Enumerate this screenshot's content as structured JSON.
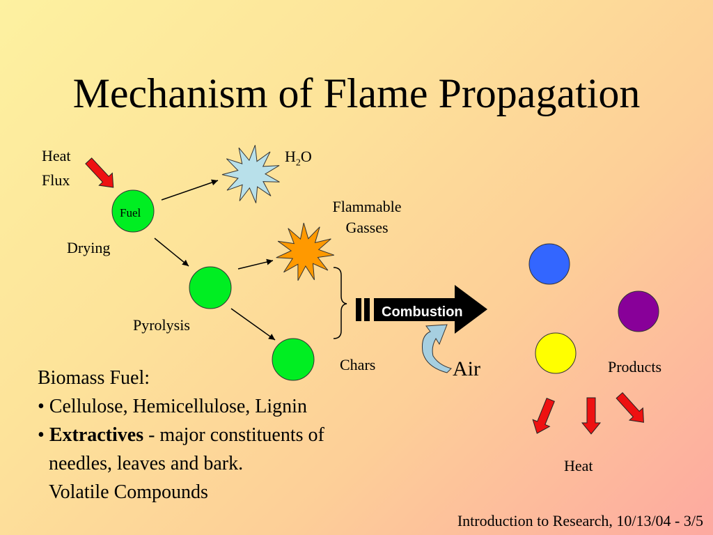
{
  "slide": {
    "title": "Mechanism of Flame Propagation",
    "footer": "Introduction to Research, 10/13/04 - 3/5"
  },
  "diagram": {
    "labels": {
      "heat_flux_line1": "Heat",
      "heat_flux_line2": "Flux",
      "fuel": "Fuel",
      "h2o_main": "H",
      "h2o_sub": "2",
      "h2o_end": "O",
      "flammable_line1": "Flammable",
      "flammable_line2": "Gasses",
      "drying": "Drying",
      "pyrolysis": "Pyrolysis",
      "chars": "Chars",
      "combustion": "Combustion",
      "air": "Air",
      "products": "Products",
      "heat": "Heat"
    },
    "colors": {
      "fuel_circle": "#00ee22",
      "product_blue": "#3366ff",
      "product_purple": "#880099",
      "product_yellow": "#ffff00",
      "h2o_star": "#b8e0ea",
      "gas_star": "#ff9900",
      "heat_arrows": "#ee1111",
      "air_arrow": "#a6cfe0",
      "combustion_arrow": "#000000"
    }
  },
  "body_text": {
    "heading": "Biomass Fuel:",
    "bullet1": "• Cellulose, Hemicellulose, Lignin",
    "bullet2_prefix": "• ",
    "bullet2_bold": "Extractives",
    "bullet2_rest": " - major constituents of",
    "line3": "needles, leaves and bark.",
    "line4": "Volatile Compounds"
  }
}
